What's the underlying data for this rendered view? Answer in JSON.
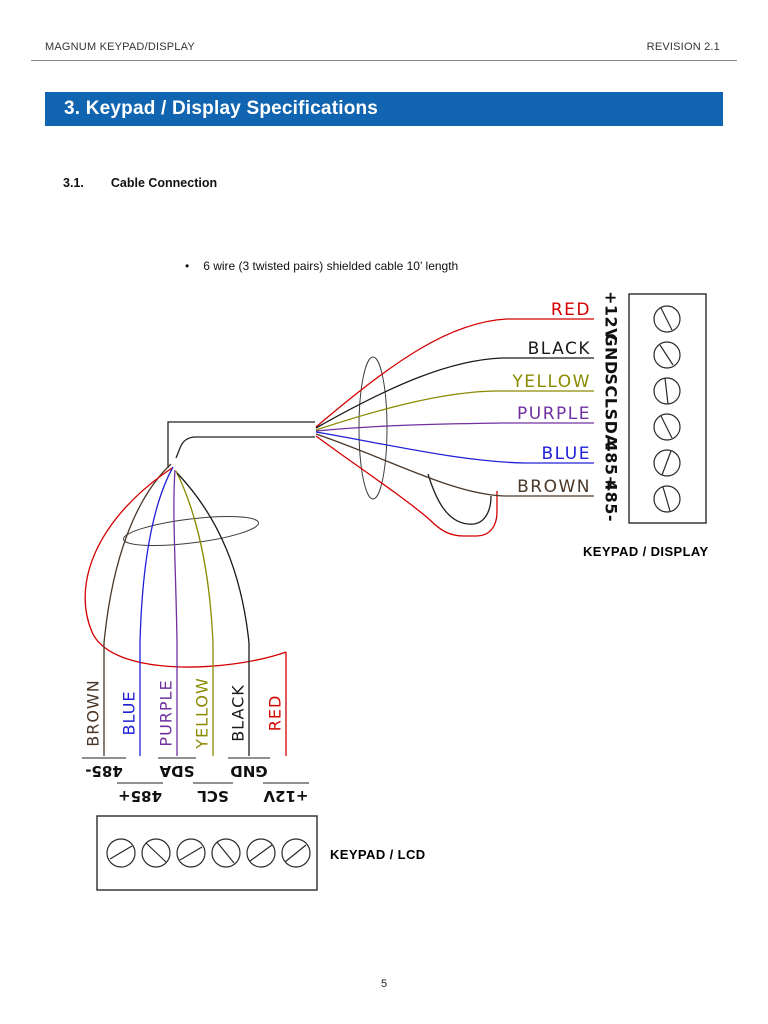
{
  "header": {
    "left": "MAGNUM KEYPAD/DISPLAY",
    "right": "REVISION 2.1"
  },
  "banner": {
    "title": "3. Keypad / Display Specifications",
    "bg_color": "#1164af",
    "text_color": "#ffffff"
  },
  "section": {
    "number": "3.1.",
    "title": "Cable Connection"
  },
  "bullet": {
    "marker": "•",
    "text": "6 wire (3 twisted pairs) shielded cable 10’ length"
  },
  "diagram": {
    "display_connector": {
      "label": "KEYPAD / DISPLAY",
      "terminals": [
        "+12V",
        "GND",
        "SCL",
        "SDA",
        "485+",
        "485-"
      ]
    },
    "lcd_connector": {
      "label": "KEYPAD / LCD",
      "terminals_row_upper": [
        "485-",
        "SDA",
        "GND"
      ],
      "terminals_row_lower": [
        "485+",
        "SCL",
        "+12V"
      ]
    },
    "wires": [
      {
        "name": "RED",
        "color": "#d40000"
      },
      {
        "name": "BLACK",
        "color": "#1a1a1a"
      },
      {
        "name": "YELLOW",
        "color": "#8a8a00"
      },
      {
        "name": "PURPLE",
        "color": "#7030a0"
      },
      {
        "name": "BLUE",
        "color": "#2020d8"
      },
      {
        "name": "BROWN",
        "color": "#4a3728"
      }
    ]
  },
  "footer": {
    "page_number": "5"
  }
}
